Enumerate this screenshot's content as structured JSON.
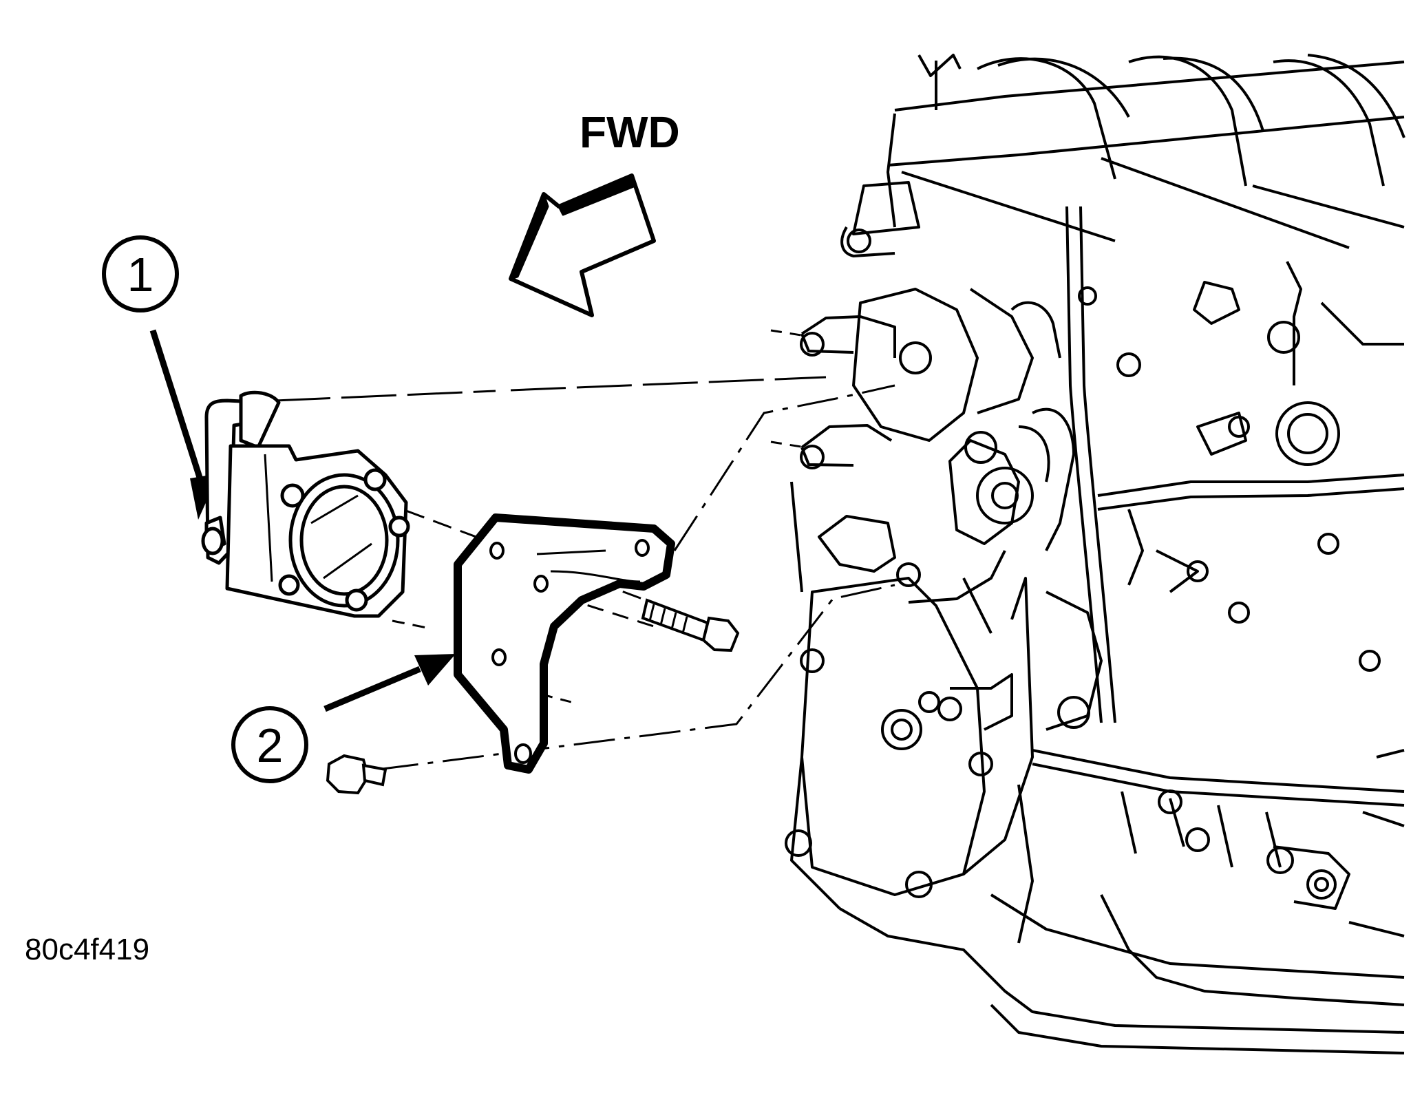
{
  "direction_label": "FWD",
  "callouts": [
    {
      "number": "1"
    },
    {
      "number": "2"
    }
  ],
  "figure_id": "80c4f419",
  "colors": {
    "ink": "#000000",
    "paper": "#ffffff"
  }
}
